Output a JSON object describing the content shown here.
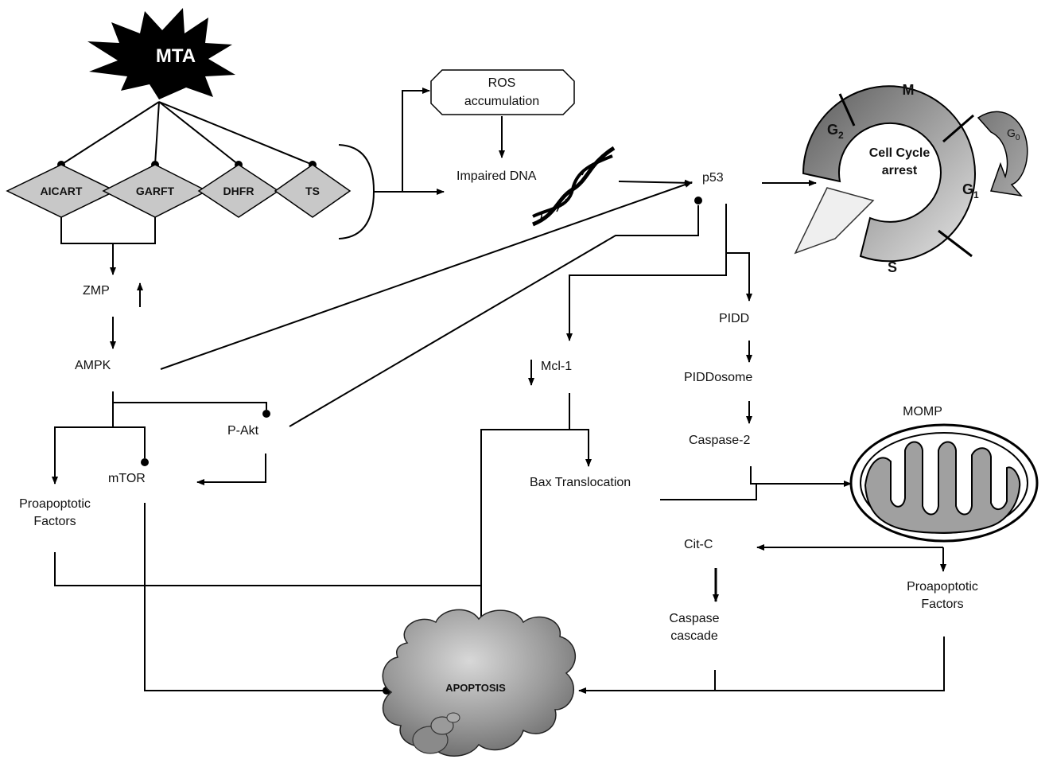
{
  "nodes": {
    "mta": "MTA",
    "aicart": "AICART",
    "garft": "GARFT",
    "dhfr": "DHFR",
    "ts": "TS",
    "ros_line1": "ROS",
    "ros_line2": "accumulation",
    "impaired_dna": "Impaired DNA",
    "p53": "p53",
    "zmp": "ZMP",
    "ampk": "AMPK",
    "pakt": "P-Akt",
    "mtor": "mTOR",
    "proapoptotic_left_1": "Proapoptotic",
    "proapoptotic_left_2": "Factors",
    "mcl1": "Mcl-1",
    "bax": "Bax Translocation",
    "pidd": "PIDD",
    "piddosome": "PIDDosome",
    "caspase2": "Caspase-2",
    "momp": "MOMP",
    "citc": "Cit-C",
    "caspase_cascade_1": "Caspase",
    "caspase_cascade_2": "cascade",
    "proapoptotic_right_1": "Proapoptotic",
    "proapoptotic_right_2": "Factors",
    "apoptosis": "APOPTOSIS"
  },
  "cell_cycle": {
    "m": "M",
    "g2": "G",
    "g2_sub": "2",
    "g1": "G",
    "g1_sub": "1",
    "s": "S",
    "g0": "G",
    "g0_sub": "0",
    "center_1": "Cell Cycle",
    "center_2": "arrest"
  },
  "colors": {
    "diamond_fill": "#c8c8c8",
    "star_fill": "#000000",
    "line": "#000000"
  }
}
